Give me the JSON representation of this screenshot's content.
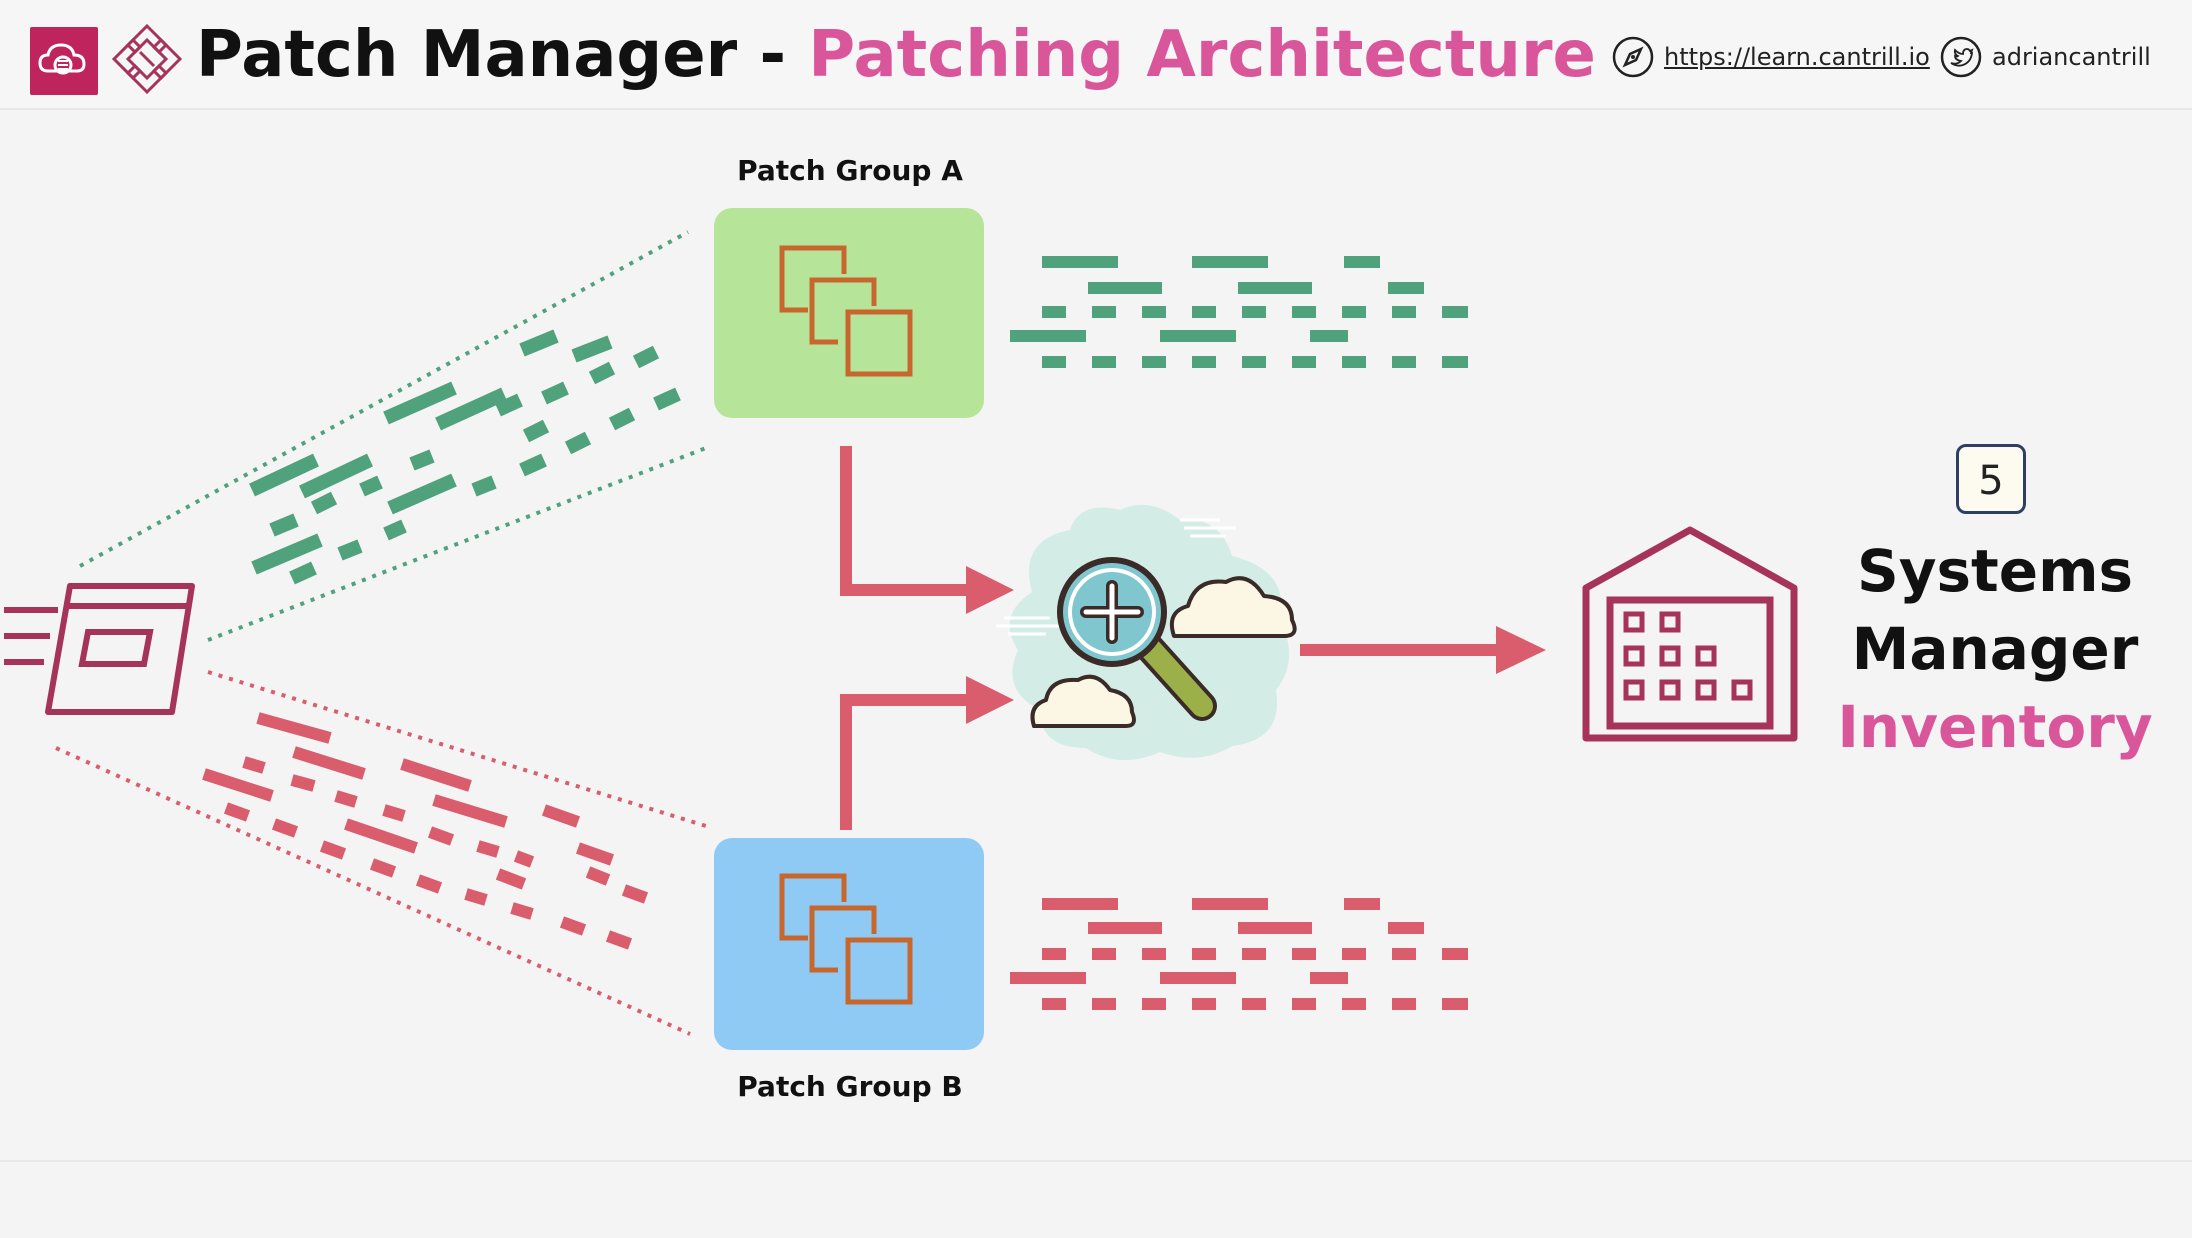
{
  "header": {
    "title_main": "Patch Manager -",
    "title_accent": "Patching Architecture",
    "website": "https://learn.cantrill.io",
    "twitter": "adriancantrill",
    "website_icon": "compass-icon",
    "twitter_icon": "twitter-bird-icon"
  },
  "diagram": {
    "group_a_label": "Patch Group A",
    "group_b_label": "Patch Group B",
    "inventory_badge": "5",
    "inventory_line1": "Systems",
    "inventory_line2": "Manager",
    "inventory_line3": "Inventory",
    "icons": {
      "source": "patch-baseline-icon",
      "instances": "ec2-instances-icon",
      "scan": "magnifier-cloud-icon",
      "inventory": "warehouse-icon"
    },
    "colors": {
      "group_a": "#b6e59a",
      "group_b": "#8fcaf4",
      "green_traffic": "#4fa27c",
      "red_traffic": "#d95d6d",
      "arrows": "#d95d6d",
      "accent": "#d9569a",
      "brand": "#c0245c",
      "instances": "#c7672d",
      "inventory_icon": "#a6345a"
    }
  }
}
